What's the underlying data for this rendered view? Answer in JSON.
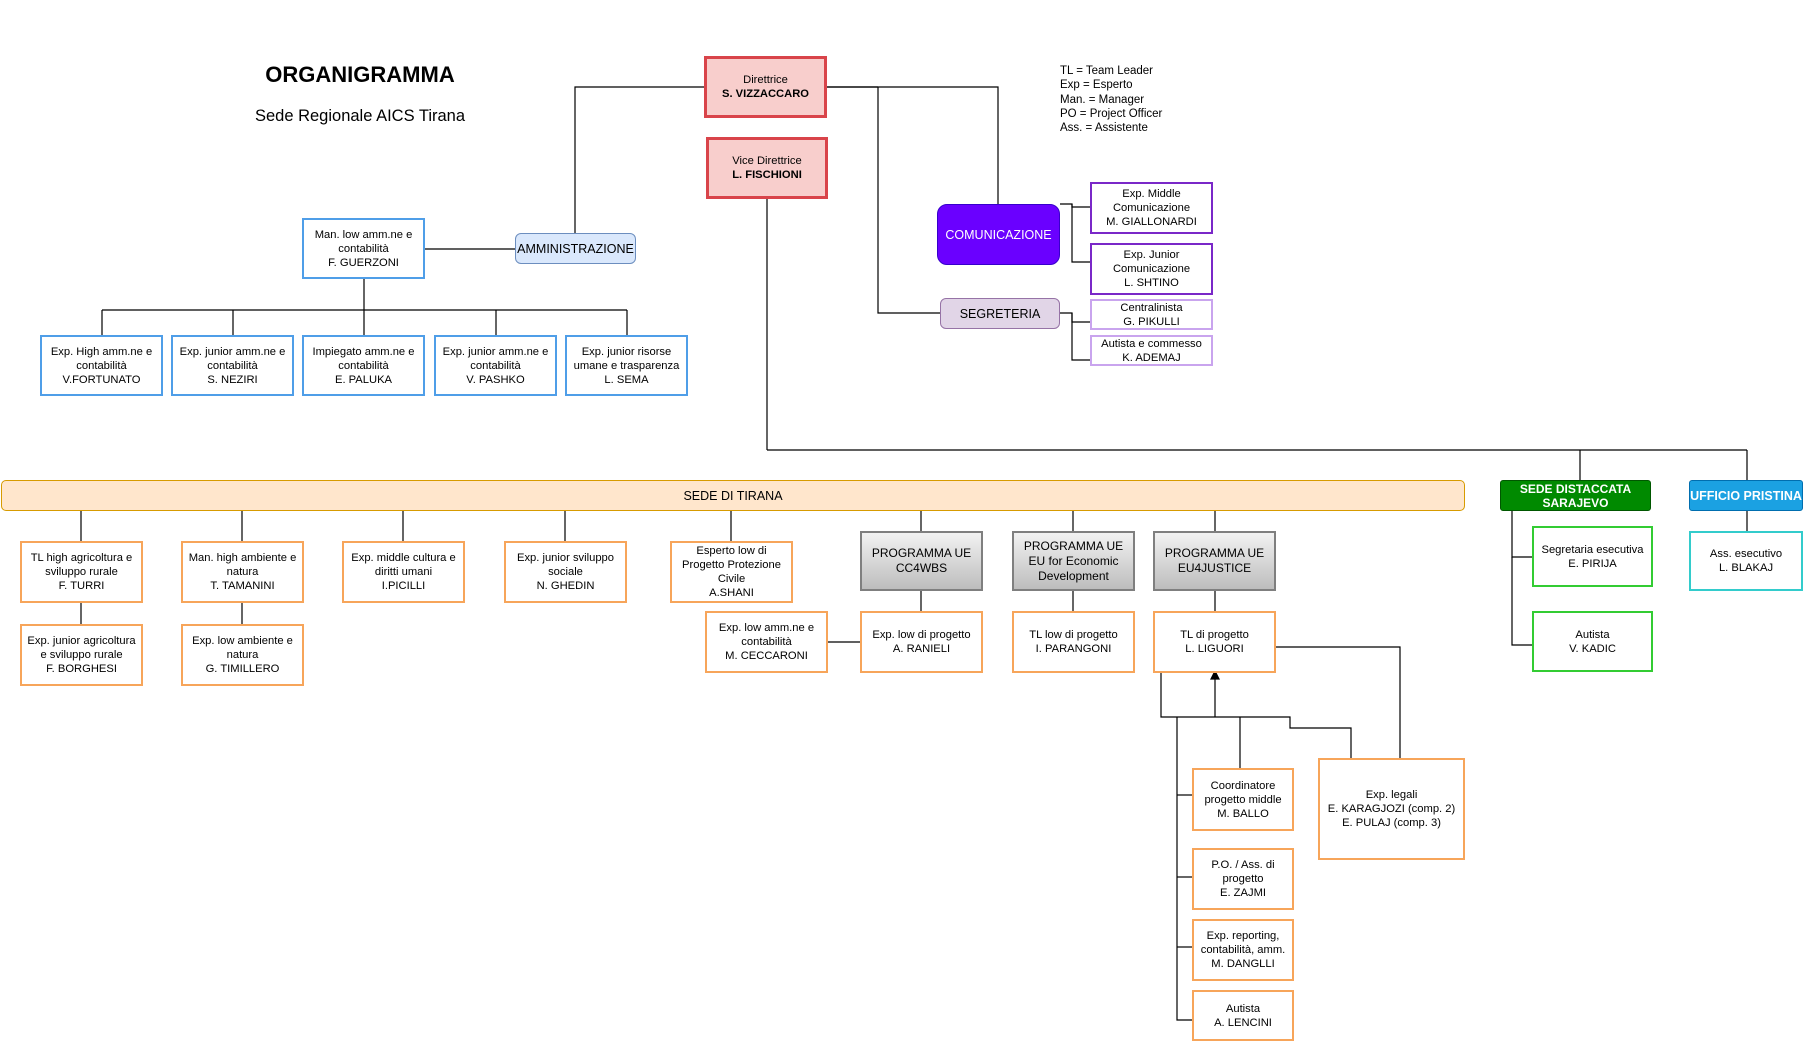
{
  "header": {
    "title": "ORGANIGRAMMA",
    "subtitle": "Sede Regionale AICS Tirana"
  },
  "legend": [
    "TL = Team Leader",
    "Exp = Esperto",
    "Man. = Manager",
    "PO = Project Officer",
    "Ass. = Assistente"
  ],
  "colors": {
    "direzione": "#f8cecc",
    "amministrazione": "#4f9ee8",
    "sede_tirana": "#f7a55a",
    "comunicazione": "#6a00ff",
    "sarajevo": "#008a00",
    "pristina": "#1ba1e2"
  },
  "direzione": {
    "direttrice": [
      "Direttrice",
      "S. VIZZACCARO"
    ],
    "vice": [
      "Vice Direttrice",
      "L. FISCHIONI"
    ]
  },
  "amministrazione": {
    "label": "AMMINISTRAZIONE",
    "manager": [
      "Man. low amm.ne e",
      "contabilità",
      "F. GUERZONI"
    ],
    "staff": [
      [
        "Exp. High amm.ne e",
        "contabilità",
        "V.FORTUNATO"
      ],
      [
        "Exp. junior amm.ne e",
        "contabilità",
        "S. NEZIRI"
      ],
      [
        "Impiegato amm.ne e",
        "contabilità",
        "E. PALUKA"
      ],
      [
        "Exp. junior amm.ne e",
        "contabilità",
        "V. PASHKO"
      ],
      [
        "Exp. junior risorse",
        "umane e trasparenza",
        "L. SEMA"
      ]
    ]
  },
  "comunicazione": {
    "label": "COMUNICAZIONE",
    "middle": [
      "Exp. Middle",
      "Comunicazione",
      "M. GIALLONARDI"
    ],
    "junior": [
      "Exp. Junior",
      "Comunicazione",
      "L. SHTINO"
    ]
  },
  "segreteria": {
    "label": "SEGRETERIA",
    "centralinista": [
      "Centralinista",
      "G. PIKULLI"
    ],
    "autista": [
      "Autista e commesso",
      "K. ADEMAJ"
    ]
  },
  "sede_tirana": {
    "label": "SEDE DI TIRANA",
    "turri": [
      "TL high agricoltura e",
      "sviluppo rurale",
      "F. TURRI"
    ],
    "borghesi": [
      "Exp. junior agricoltura",
      "e sviluppo rurale",
      "F. BORGHESI"
    ],
    "tamanini": [
      "Man. high ambiente e",
      "natura",
      "T. TAMANINI"
    ],
    "timillero": [
      "Exp. low ambiente e",
      "natura",
      "G. TIMILLERO"
    ],
    "picilli": [
      "Exp. middle cultura e",
      "diritti umani",
      "I.PICILLI"
    ],
    "ghedin": [
      "Exp. junior sviluppo",
      "sociale",
      "N. GHEDIN"
    ],
    "shani": [
      "Esperto low di",
      "Progetto Protezione",
      "Civile",
      "A.SHANI"
    ],
    "ceccaroni": [
      "Exp. low amm.ne e",
      "contabilità",
      "M. CECCARONI"
    ],
    "cc4wbs": [
      "PROGRAMMA UE",
      "CC4WBS"
    ],
    "ranieli": [
      "Exp. low di progetto",
      "A. RANIELI"
    ],
    "eued": [
      "PROGRAMMA UE",
      "EU for Economic",
      "Development"
    ],
    "parangoni": [
      "TL low di progetto",
      "I. PARANGONI"
    ],
    "eu4justice": [
      "PROGRAMMA UE",
      "EU4JUSTICE"
    ],
    "liguori": [
      "TL di progetto",
      "L. LIGUORI"
    ],
    "ballo": [
      "Coordinatore",
      "progetto middle",
      "M. BALLO"
    ],
    "legali": [
      "Exp. legali",
      "E. KARAGJOZI (comp. 2)",
      "E. PULAJ (comp. 3)"
    ],
    "zajmi": [
      "P.O. / Ass. di",
      "progetto",
      "E. ZAJMI"
    ],
    "danglli": [
      "Exp. reporting,",
      "contabilità, amm.",
      "M. DANGLLI"
    ],
    "lencini": [
      "Autista",
      "A. LENCINI"
    ]
  },
  "sarajevo": {
    "label": [
      "SEDE DISTACCATA",
      "SARAJEVO"
    ],
    "pirija": [
      "Segretaria esecutiva",
      "E. PIRIJA"
    ],
    "kadic": [
      "Autista",
      "V. KADIC"
    ]
  },
  "pristina": {
    "label": "UFFICIO PRISTINA",
    "blakaj": [
      "Ass. esecutivo",
      "L. BLAKAJ"
    ]
  }
}
